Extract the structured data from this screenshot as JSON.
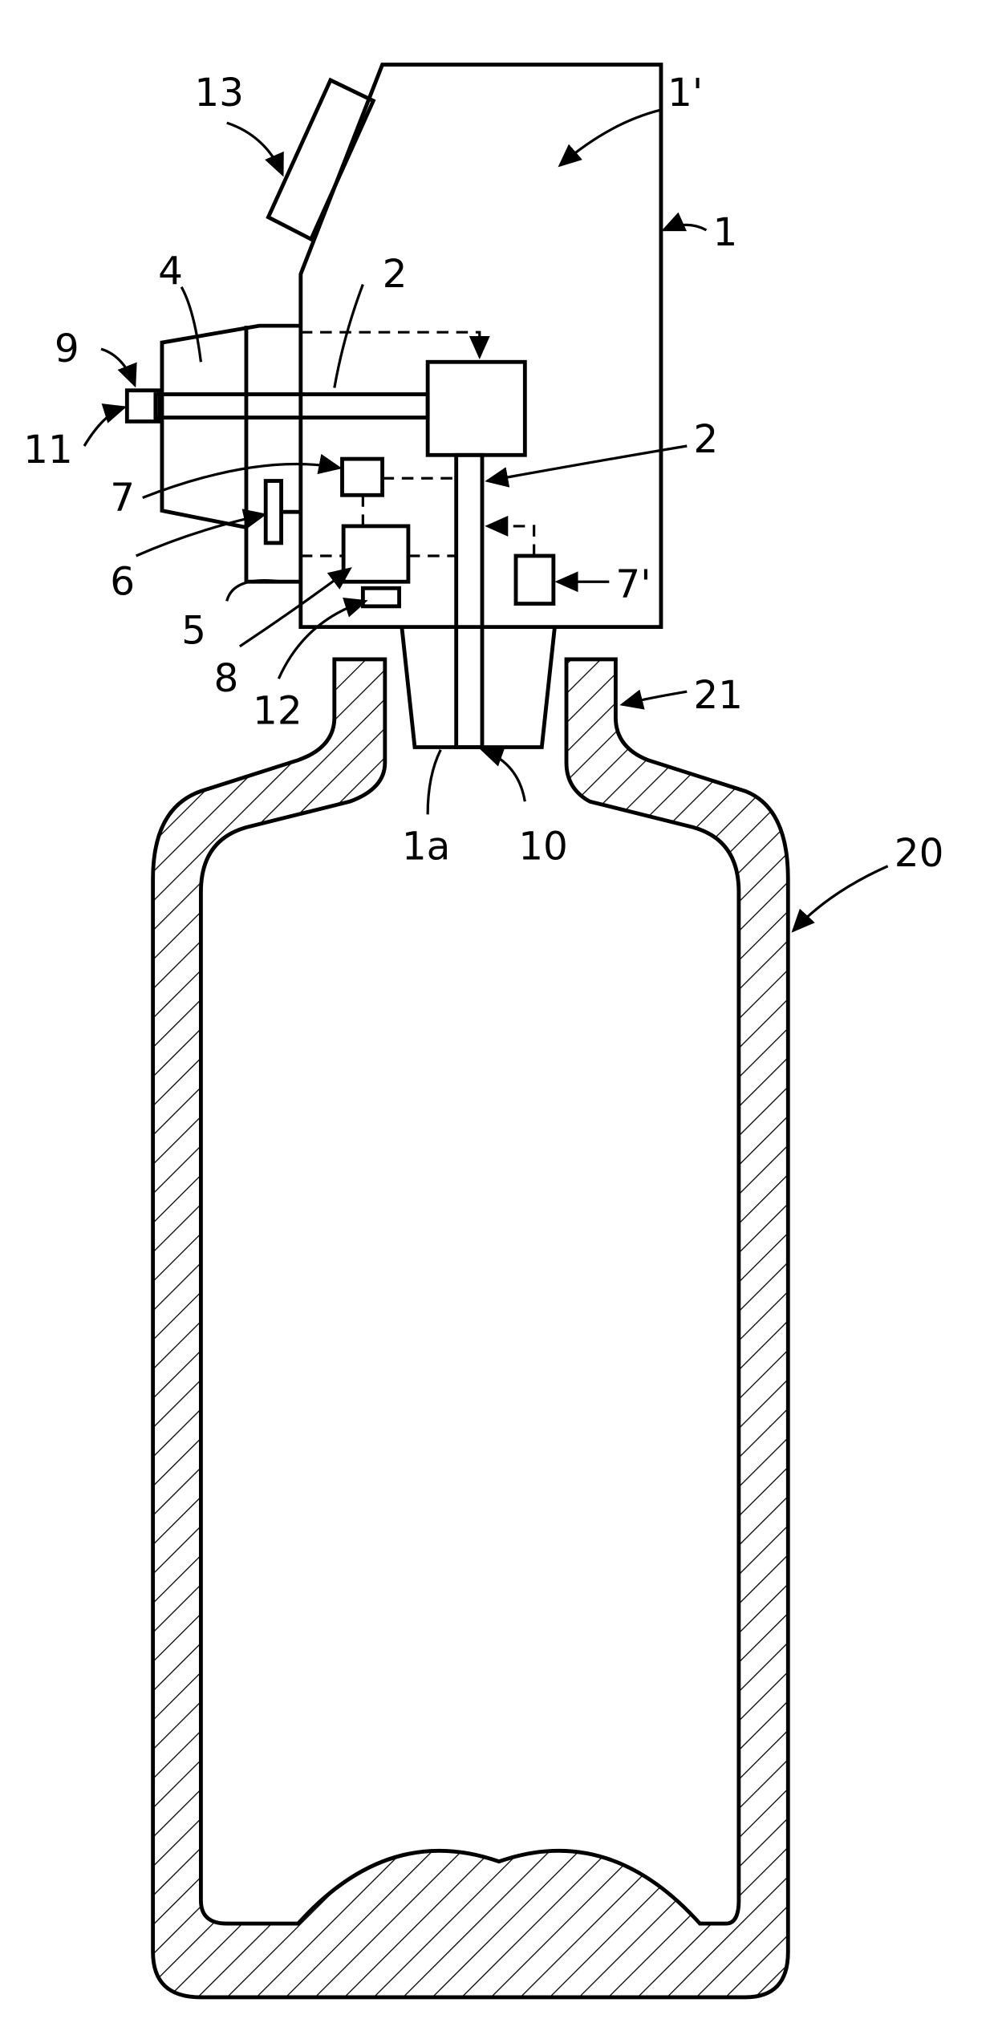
{
  "figure": {
    "labels": {
      "l13": "13",
      "l1p": "1'",
      "l1": "1",
      "l4": "4",
      "l2a": "2",
      "l9": "9",
      "l11": "11",
      "l2b": "2",
      "l7": "7",
      "l6": "6",
      "l7p": "7'",
      "l5": "5",
      "l8": "8",
      "l12": "12",
      "l21": "21",
      "l1a": "1a",
      "l10": "10",
      "l20": "20"
    }
  }
}
